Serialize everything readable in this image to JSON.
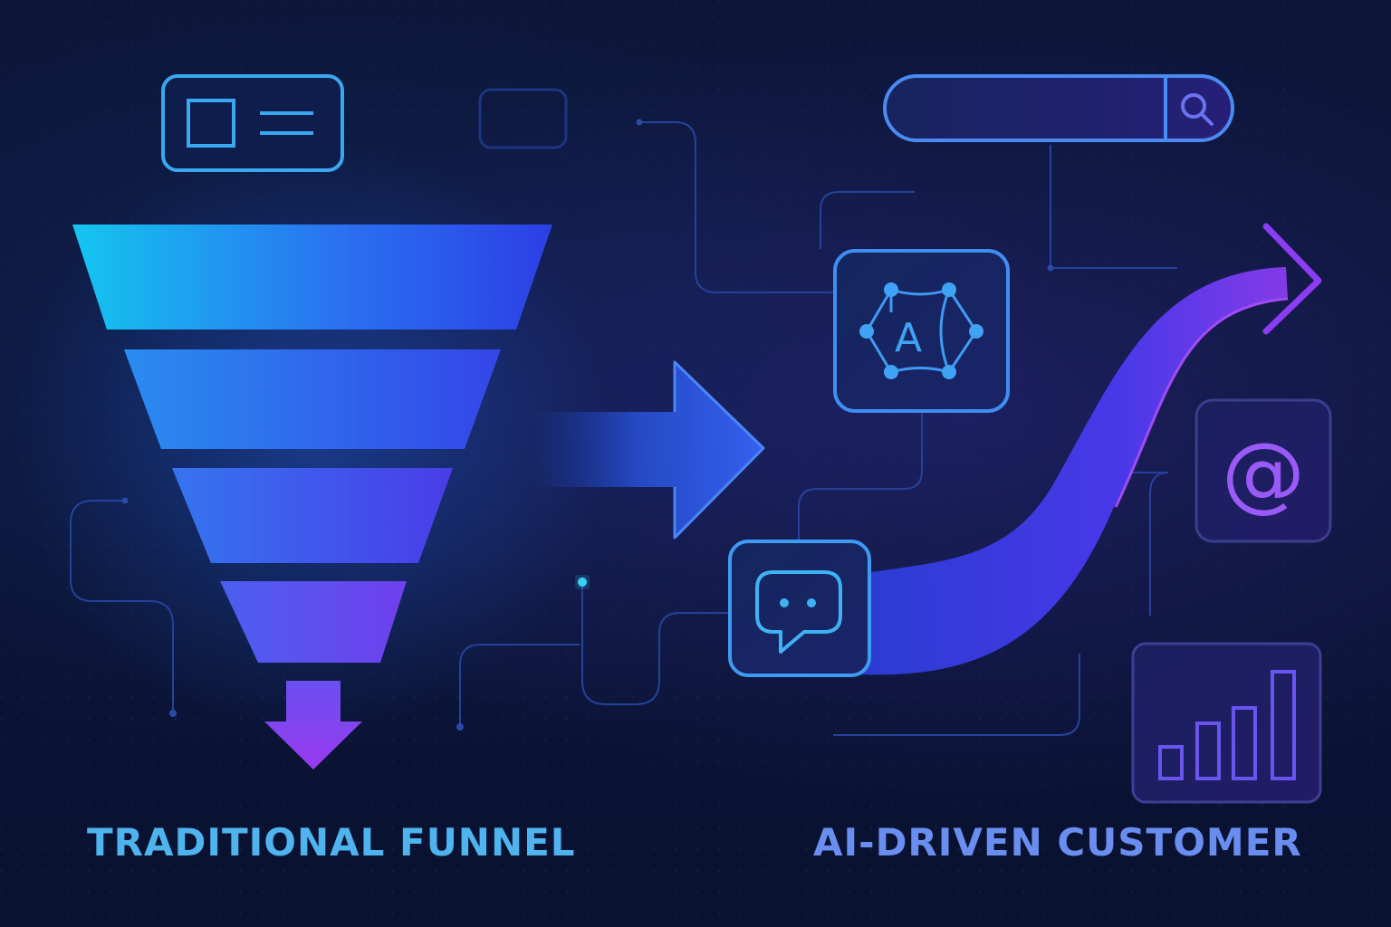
{
  "captions": {
    "left": "TRADITIONAL FUNNEL",
    "right": "AI-DRIVEN CUSTOMER"
  },
  "ai_node": {
    "label": "A"
  },
  "email_node": {
    "symbol": "@"
  },
  "funnel": {
    "stage_count": 4
  },
  "icons": {
    "ad_card": "ad-card-icon",
    "search": "search-icon",
    "ai_network": "ai-network-icon",
    "chat": "chat-bubble-icon",
    "email": "at-sign-icon",
    "analytics": "bar-chart-icon",
    "down_arrow": "arrow-down-icon",
    "right_arrow": "arrow-right-icon",
    "journey": "curved-arrow-icon"
  },
  "colors": {
    "background": "#0b1436",
    "cyan": "#18c8ee",
    "blue": "#2f6cf2",
    "indigo": "#3a3ef0",
    "violet": "#8a3cf0",
    "line": "#2a4aa8",
    "outline": "#4aa0f0"
  }
}
